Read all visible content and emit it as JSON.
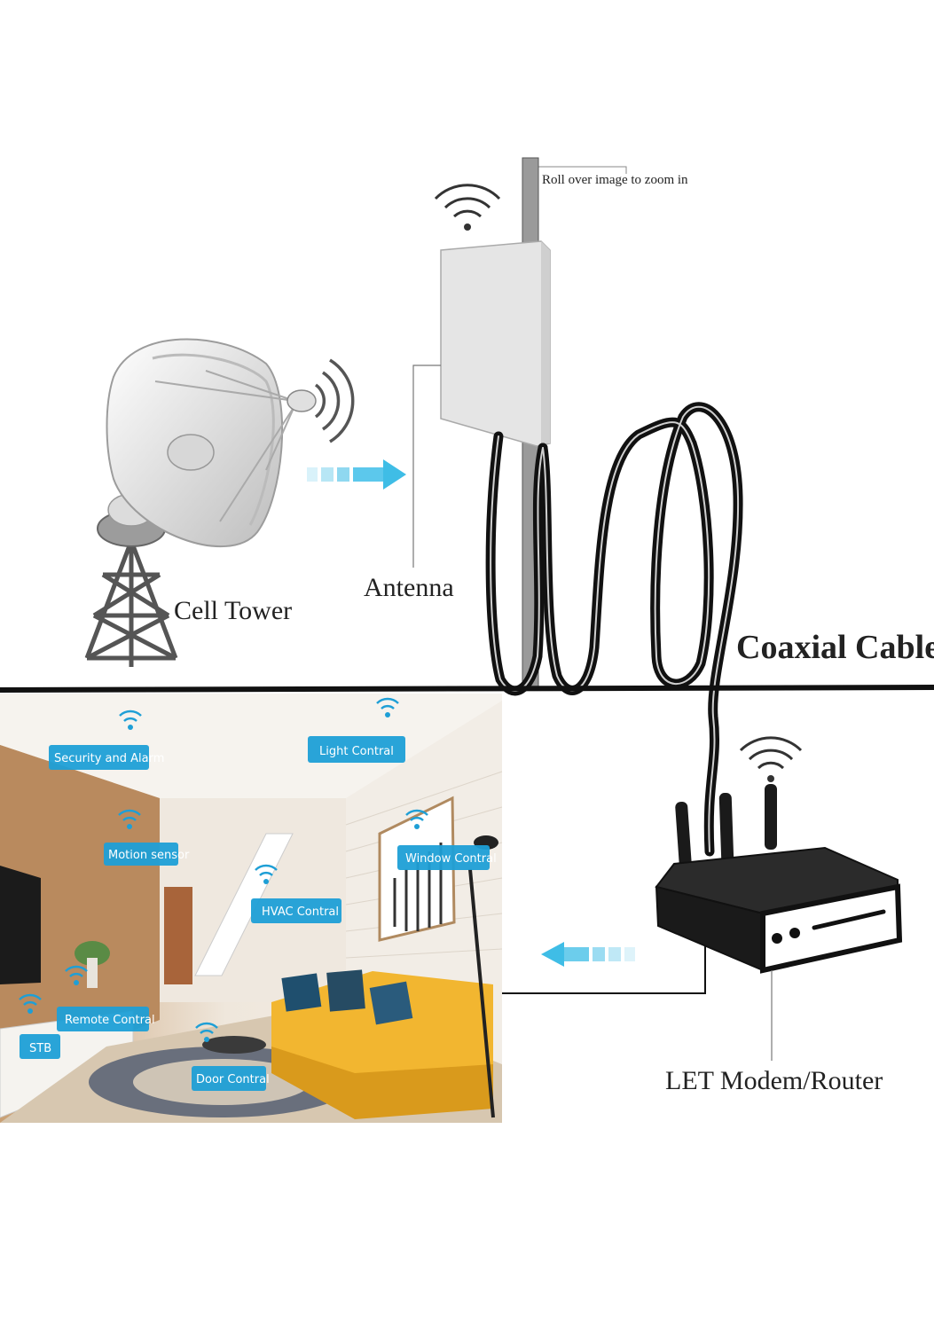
{
  "zoom_hint": "Roll over image to zoom in",
  "labels": {
    "cell_tower": "Cell Tower",
    "antenna": "Antenna",
    "coaxial_cable": "Coaxial Cable",
    "modem_router": "LET Modem/Router"
  },
  "smart_home_tags": {
    "security": "Security and Alarm",
    "light": "Light Contral",
    "motion": "Motion sensor",
    "window": "Window Contral",
    "hvac": "HVAC Contral",
    "remote": "Remote Contral",
    "stb": "STB",
    "door": "Door Contral"
  },
  "colors": {
    "tag_fill": "#1e9fd6",
    "arrow": "#4bc4e8",
    "cable": "#111111",
    "router_body": "#1a1a1a",
    "sofa": "#f2b630",
    "wall": "#eeeae4",
    "floor": "#d9c9b3"
  }
}
